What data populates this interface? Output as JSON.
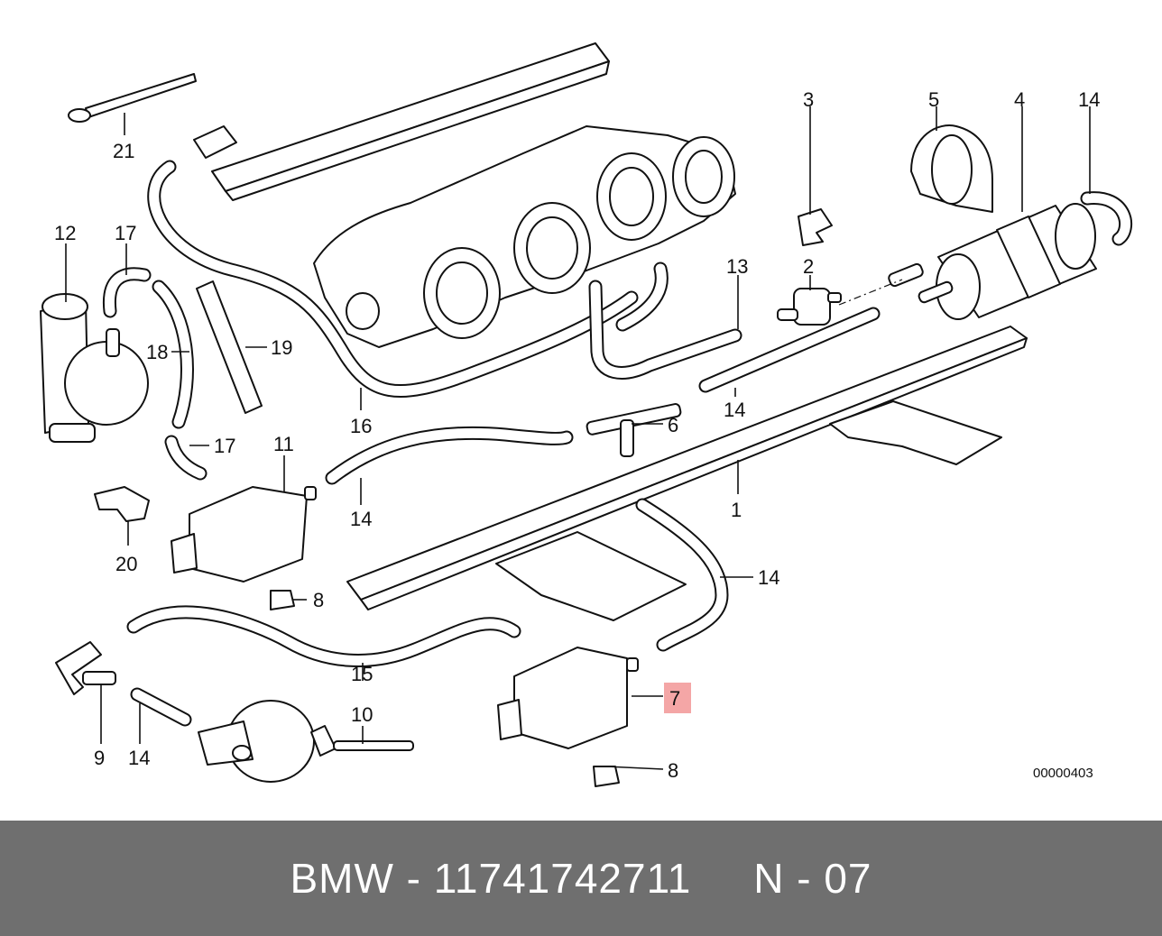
{
  "diagram": {
    "callouts": {
      "c1": "1",
      "c2": "2",
      "c3": "3",
      "c4": "4",
      "c5": "5",
      "c6": "6",
      "c7": "7",
      "c8a": "8",
      "c8b": "8",
      "c9": "9",
      "c10": "10",
      "c11": "11",
      "c12": "12",
      "c13": "13",
      "c14a": "14",
      "c14b": "14",
      "c14c": "14",
      "c14d": "14",
      "c14e": "14",
      "c15": "15",
      "c16": "16",
      "c17a": "17",
      "c17b": "17",
      "c18": "18",
      "c19": "19",
      "c20": "20",
      "c21": "21"
    },
    "highlighted_callout": "7",
    "highlight_color": "#f4a6a6",
    "reference_number": "00000403"
  },
  "footer": {
    "text": "BMW - 11741742711     N - 07",
    "background_color": "#6f6f6f",
    "text_color": "#ffffff"
  }
}
